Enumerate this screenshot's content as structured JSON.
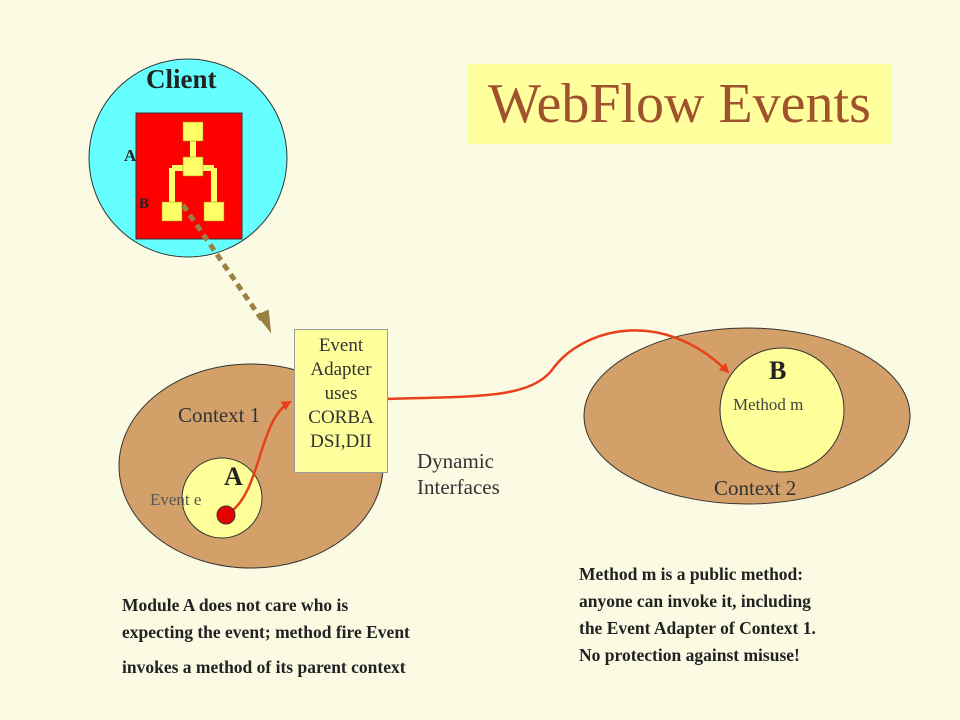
{
  "title": "WebFlow Events",
  "client": {
    "label": "Client",
    "node_a": "A",
    "node_b": "B"
  },
  "context1": {
    "label": "Context 1",
    "module": "A",
    "event": "Event e"
  },
  "adapter": {
    "lines": [
      "Event",
      "Adapter",
      "uses",
      "CORBA",
      "DSI,DII"
    ]
  },
  "dynamic": {
    "lines": [
      "Dynamic",
      "Interfaces"
    ]
  },
  "context2": {
    "label": "Context 2",
    "module": "B",
    "method": "Method m"
  },
  "notes": {
    "left": [
      "Module A does not care  who is",
      "expecting the event; method fire Event",
      "invokes a method of its parent context"
    ],
    "right": [
      "Method m is a public method:",
      "anyone can invoke it, including",
      "the Event Adapter of Context 1.",
      "No protection against misuse!"
    ]
  },
  "colors": {
    "background": "#fbfbe4",
    "title_box": "#ffff9e",
    "title_text": "#a0522d",
    "client_circle": "#66ffff",
    "client_square": "#ff0000",
    "tree_nodes": "#ffff66",
    "context_ellipse": "#d4a06a",
    "module_circle": "#ffff99",
    "arrow_red": "#e8401a",
    "event_dot": "#e60000",
    "dashed_arrow": "#9b8045"
  }
}
